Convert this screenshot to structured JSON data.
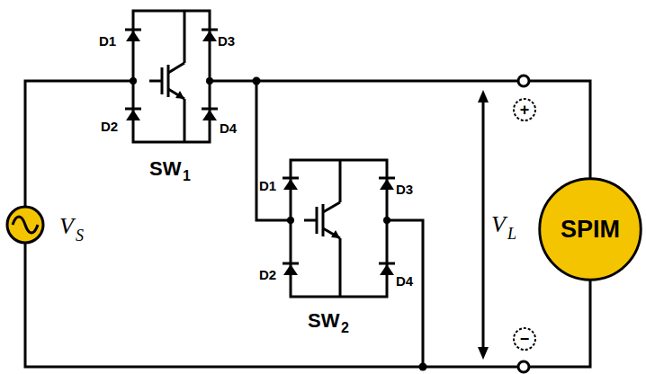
{
  "diagram": {
    "nodes": [
      {
        "text": [
          "SPIM"
        ]
      }
    ],
    "labels": [
      "D1",
      "D3",
      "D2",
      "D4",
      "SW",
      "1",
      "D1",
      "D3",
      "D2",
      "D4",
      "SW",
      "2",
      "V",
      "S",
      "V",
      "L",
      "+",
      "−"
    ]
  }
}
